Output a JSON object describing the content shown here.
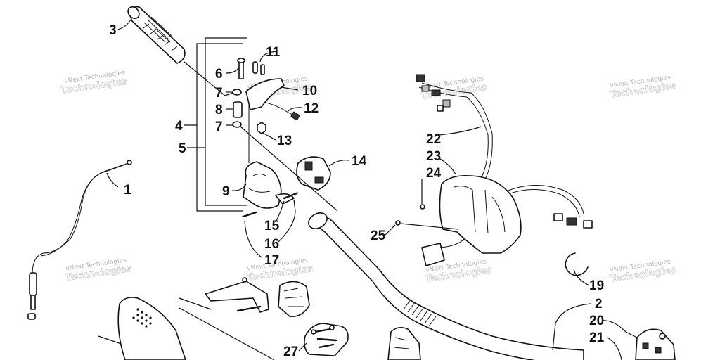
{
  "callouts": {
    "c1": "1",
    "c2": "2",
    "c3": "3",
    "c4": "4",
    "c5": "5",
    "c6": "6",
    "c7a": "7",
    "c7b": "7",
    "c8": "8",
    "c9": "9",
    "c10": "10",
    "c11": "11",
    "c12": "12",
    "c13": "13",
    "c14": "14",
    "c15": "15",
    "c16": "16",
    "c17": "17",
    "c19": "19",
    "c20": "20",
    "c21": "21",
    "c22": "22",
    "c23": "23",
    "c24": "24",
    "c25": "25",
    "c27": "27"
  },
  "watermark": {
    "text": "vNext Technologies",
    "logo_text": "Technologies"
  },
  "colors": {
    "line": "#111111",
    "background": "#ffffff",
    "watermark": "#b5b5b5"
  }
}
